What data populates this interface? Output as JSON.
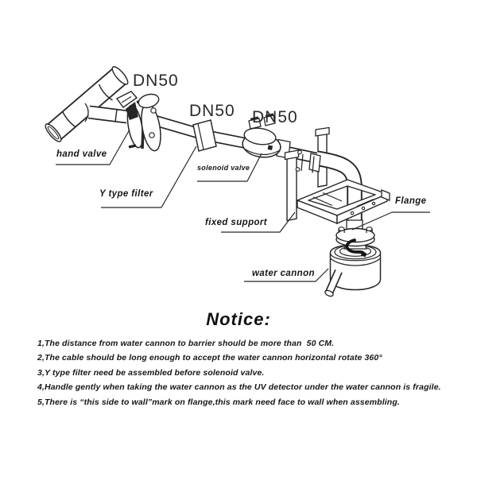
{
  "colors": {
    "ink": "#262626",
    "background": "#ffffff"
  },
  "diagram": {
    "size_labels": [
      {
        "text": "DN50"
      },
      {
        "text": "DN50"
      },
      {
        "text": "DN50"
      }
    ],
    "part_labels": {
      "hand_valve": "hand valve",
      "y_type_filter": "Y type filter",
      "solenoid_valve": "solenoid valve",
      "fixed_support": "fixed support",
      "flange": "Flange",
      "water_cannon": "water cannon"
    }
  },
  "notice": {
    "title": "Notice:",
    "items": [
      "1,The distance from water cannon to barrier should be more than  50 CM.",
      "2,The cable should be long enough to accept the water cannon horizontal rotate 360°",
      "3,Y type filter need be assembled before solenoid valve.",
      "4,Handle gently when taking the water cannon as the UV detector under the water cannon is fragile.",
      "5,There is “this side to wall”mark on flange,this mark need face to wall when assembling."
    ]
  }
}
